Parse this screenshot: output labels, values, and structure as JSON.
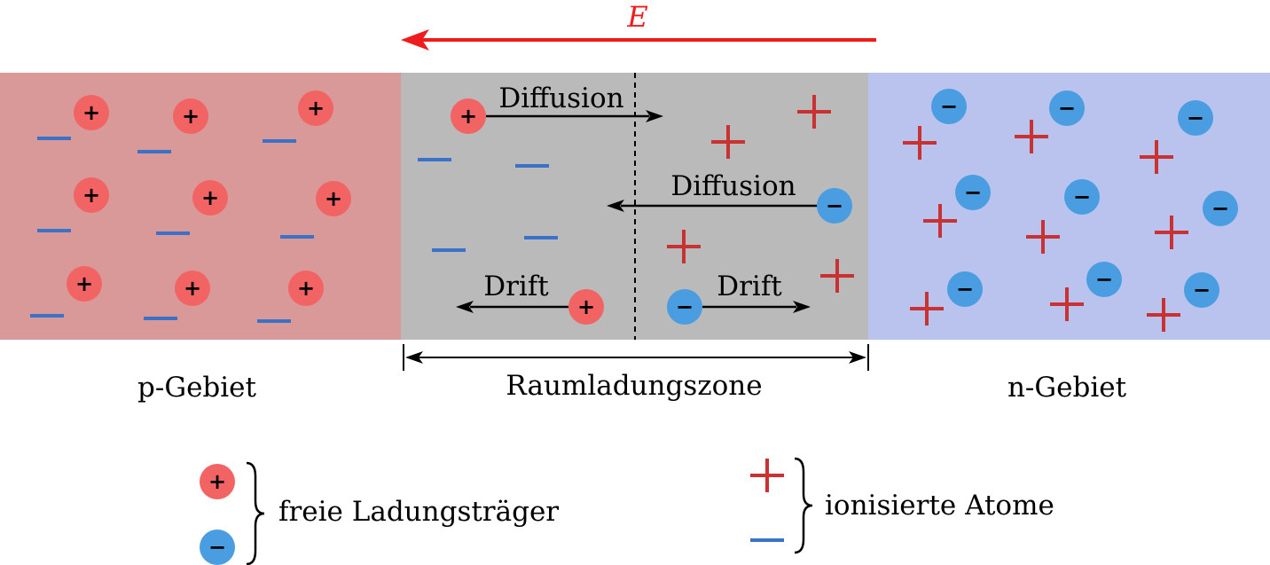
{
  "field": {
    "label": "E",
    "color": "#ee1c1c"
  },
  "regions": {
    "p": {
      "label": "p-Gebiet",
      "color": "#da9999"
    },
    "depletion": {
      "label": "Raumladungszone",
      "color": "#bababa"
    },
    "n": {
      "label": "n-Gebiet",
      "color": "#b9c3ee"
    }
  },
  "arrows": {
    "diffusion_holes": "Diffusion",
    "diffusion_electrons": "Diffusion",
    "drift_holes": "Drift",
    "drift_electrons": "Drift"
  },
  "legend": {
    "free_carriers": "freie Ladungsträger",
    "ionized_atoms": "ionisierte Atome"
  },
  "symbols": {
    "hole": "+",
    "electron": "−"
  },
  "colors": {
    "hole_fill": "#f26464",
    "electron_fill": "#4a9de0",
    "ion_plus": "#c83232",
    "ion_minus": "#3a72c8"
  }
}
